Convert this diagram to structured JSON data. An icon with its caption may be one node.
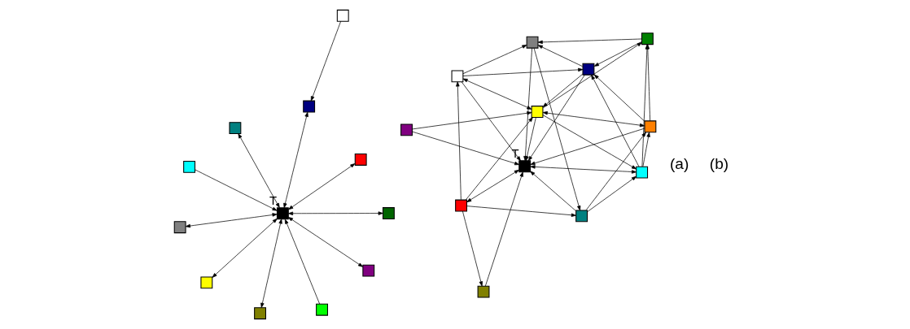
{
  "diagram": {
    "nodes": [
      {
        "text": [],
        "shape": "box",
        "beside": [
          "T"
        ]
      },
      {
        "text": [],
        "shape": "box"
      },
      {
        "text": [],
        "shape": "box"
      },
      {
        "text": [],
        "shape": "box"
      },
      {
        "text": [],
        "shape": "box"
      },
      {
        "text": [],
        "shape": "box"
      },
      {
        "text": [],
        "shape": "box"
      },
      {
        "text": [],
        "shape": "box"
      },
      {
        "text": [],
        "shape": "box"
      },
      {
        "text": [],
        "shape": "box"
      },
      {
        "text": [],
        "shape": "box"
      },
      {
        "text": [],
        "shape": "box"
      },
      {
        "text": [],
        "shape": "box"
      },
      {
        "text": [],
        "shape": "box"
      },
      {
        "text": [],
        "shape": "box"
      },
      {
        "text": [],
        "shape": "box"
      },
      {
        "text": [],
        "shape": "box"
      },
      {
        "text": [],
        "shape": "box",
        "beside": [
          "T"
        ]
      },
      {
        "text": [],
        "shape": "box"
      },
      {
        "text": [],
        "shape": "box"
      },
      {
        "text": [],
        "shape": "box"
      },
      {
        "text": [],
        "shape": "box"
      },
      {
        "text": [],
        "shape": "box"
      },
      {
        "text": [],
        "shape": "box"
      }
    ],
    "edges": [
      {
        "from": 0,
        "to": 1,
        "arrow": "both"
      },
      {
        "from": 0,
        "to": 2,
        "arrow": "both"
      },
      {
        "from": 0,
        "to": 3,
        "arrow": "both"
      },
      {
        "from": 4,
        "to": 5,
        "arrow": "to"
      },
      {
        "from": 0,
        "to": 5,
        "arrow": "both"
      },
      {
        "from": 0,
        "to": 6,
        "arrow": "both"
      },
      {
        "from": 0,
        "to": 7,
        "arrow": "both"
      },
      {
        "from": 0,
        "to": 8,
        "arrow": "both"
      },
      {
        "from": 9,
        "to": 0,
        "arrow": "to"
      },
      {
        "from": 0,
        "to": 10,
        "arrow": "both"
      },
      {
        "from": 11,
        "to": 0,
        "arrow": "to"
      },
      {
        "from": 13,
        "to": 12,
        "arrow": "to"
      },
      {
        "from": 13,
        "to": 14,
        "arrow": "to"
      },
      {
        "from": 15,
        "to": 12,
        "arrow": "to"
      },
      {
        "from": 15,
        "to": 14,
        "arrow": "to"
      },
      {
        "from": 15,
        "to": 17,
        "arrow": "to"
      },
      {
        "from": 12,
        "to": 17,
        "arrow": "to"
      },
      {
        "from": 12,
        "to": 22,
        "arrow": "to"
      },
      {
        "from": 14,
        "to": 12,
        "arrow": "to"
      },
      {
        "from": 14,
        "to": 17,
        "arrow": "to"
      },
      {
        "from": 14,
        "to": 18,
        "arrow": "to"
      },
      {
        "from": 16,
        "to": 14,
        "arrow": "to"
      },
      {
        "from": 19,
        "to": 14,
        "arrow": "to"
      },
      {
        "from": 18,
        "to": 15,
        "arrow": "both"
      },
      {
        "from": 16,
        "to": 17,
        "arrow": "to"
      },
      {
        "from": 16,
        "to": 13,
        "arrow": "to"
      },
      {
        "from": 18,
        "to": 13,
        "arrow": "to"
      },
      {
        "from": 19,
        "to": 13,
        "arrow": "to"
      },
      {
        "from": 18,
        "to": 16,
        "arrow": "both"
      },
      {
        "from": 18,
        "to": 17,
        "arrow": "to"
      },
      {
        "from": 18,
        "to": 19,
        "arrow": "to"
      },
      {
        "from": 19,
        "to": 17,
        "arrow": "both"
      },
      {
        "from": 17,
        "to": 21,
        "arrow": "both"
      },
      {
        "from": 20,
        "to": 17,
        "arrow": "to"
      },
      {
        "from": 21,
        "to": 20,
        "arrow": "to"
      },
      {
        "from": 21,
        "to": 18,
        "arrow": "to"
      },
      {
        "from": 21,
        "to": 22,
        "arrow": "to"
      },
      {
        "from": 21,
        "to": 15,
        "arrow": "to"
      },
      {
        "from": 22,
        "to": 17,
        "arrow": "to"
      },
      {
        "from": 22,
        "to": 16,
        "arrow": "to"
      },
      {
        "from": 22,
        "to": 19,
        "arrow": "to"
      },
      {
        "from": 23,
        "to": 17,
        "arrow": "to"
      },
      {
        "from": 23,
        "to": 18,
        "arrow": "to"
      },
      {
        "from": 19,
        "to": 16,
        "arrow": "to"
      }
    ],
    "labels": [
      "(a)",
      "(b)"
    ]
  }
}
